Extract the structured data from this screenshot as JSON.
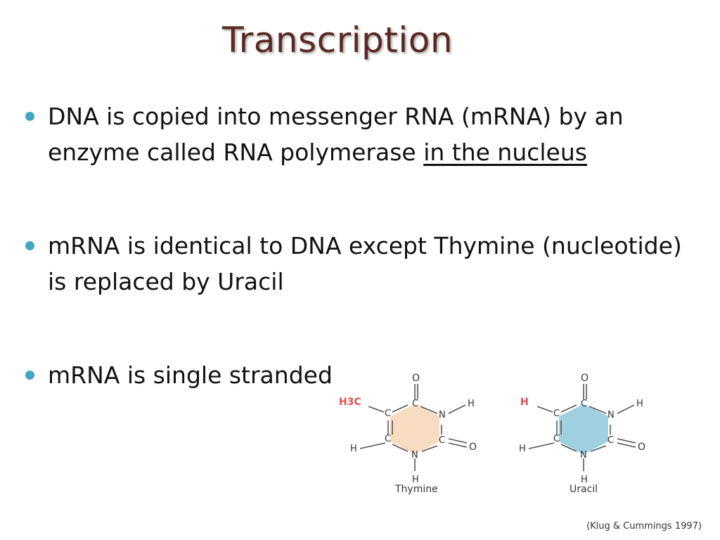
{
  "slide": {
    "title": "Transcription",
    "bullets": [
      {
        "text": "DNA is copied into messenger RNA (mRNA) by an enzyme called RNA polymerase ",
        "underlined": "in the nucleus"
      },
      {
        "text": "mRNA is identical to DNA except Thymine (nucleotide) is replaced by Uracil"
      },
      {
        "text": "mRNA is single stranded"
      }
    ],
    "bullet_color": "#43a6c3",
    "title_color": "#5a2a22"
  },
  "figure": {
    "thymine": {
      "name": "Thymine",
      "substituent": "H3C",
      "substituent_color": "#e05050",
      "ring_fill": "#f8dcc2",
      "atoms": {
        "top_o": "O",
        "right_o": "O",
        "n_top": "N",
        "n_bottom": "N",
        "h_n_top": "H",
        "h_n_bottom": "H",
        "h_left": "H",
        "c1": "C",
        "c2": "C",
        "c3": "C",
        "c4": "C"
      }
    },
    "uracil": {
      "name": "Uracil",
      "substituent": "H",
      "substituent_color": "#e05050",
      "ring_fill": "#9fd0e0",
      "atoms": {
        "top_o": "O",
        "right_o": "O",
        "n_top": "N",
        "n_bottom": "N",
        "h_n_top": "H",
        "h_n_bottom": "H",
        "h_left": "H",
        "c1": "C",
        "c2": "C",
        "c3": "C",
        "c4": "C"
      }
    }
  },
  "credit": "(Klug & Cummings 1997)"
}
